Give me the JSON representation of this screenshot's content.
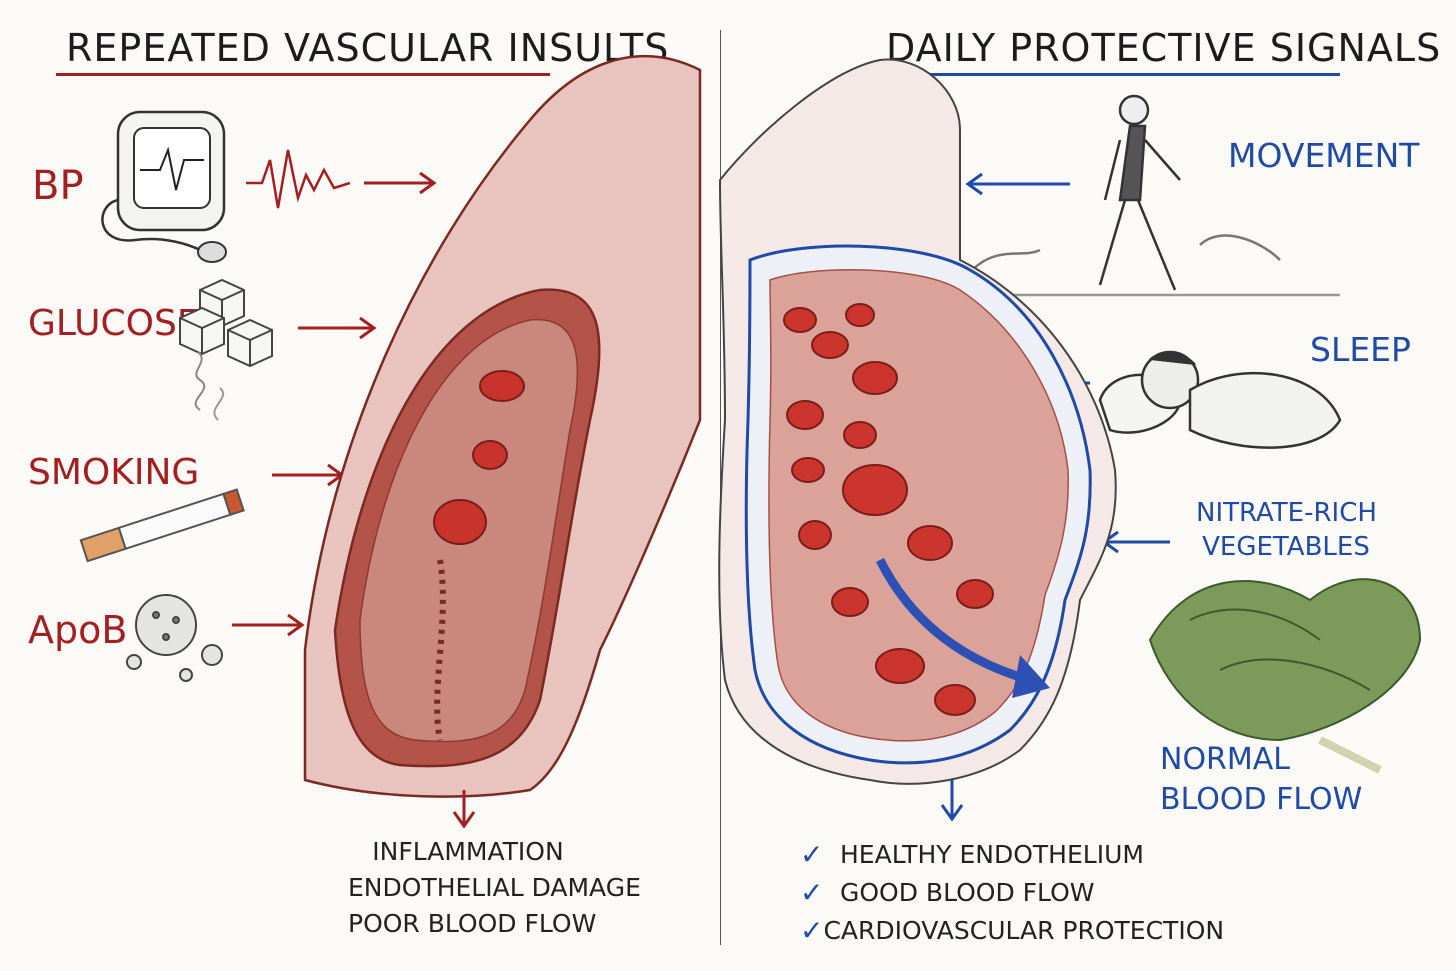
{
  "left": {
    "title": "REPEATED VASCULAR INSULTS",
    "insults": [
      {
        "label": "BP",
        "icon": "blood-pressure-monitor-icon"
      },
      {
        "label": "GLUCOSE",
        "icon": "sugar-cubes-icon"
      },
      {
        "label": "SMOKING",
        "icon": "cigarette-icon"
      },
      {
        "label": "ApoB",
        "icon": "lipoprotein-particles-icon"
      }
    ],
    "outcomes": [
      "INFLAMMATION",
      "ENDOTHELIAL DAMAGE",
      "POOR BLOOD FLOW"
    ],
    "accent": "#a31f22"
  },
  "right": {
    "title": "DAILY PROTECTIVE SIGNALS",
    "signals": [
      {
        "label": "MOVEMENT",
        "icon": "walking-man-icon"
      },
      {
        "label": "SLEEP",
        "icon": "sleeping-man-icon"
      },
      {
        "label_line1": "NITRATE-RICH",
        "label_line2": "VEGETABLES",
        "icon": "leafy-greens-icon"
      }
    ],
    "flow_line1": "NORMAL",
    "flow_line2": "BLOOD FLOW",
    "outcomes": [
      "HEALTHY ENDOTHELIUM",
      "GOOD BLOOD FLOW",
      "CARDIOVASCULAR PROTECTION"
    ],
    "check_glyph": "✓",
    "accent": "#1f4aa6"
  }
}
